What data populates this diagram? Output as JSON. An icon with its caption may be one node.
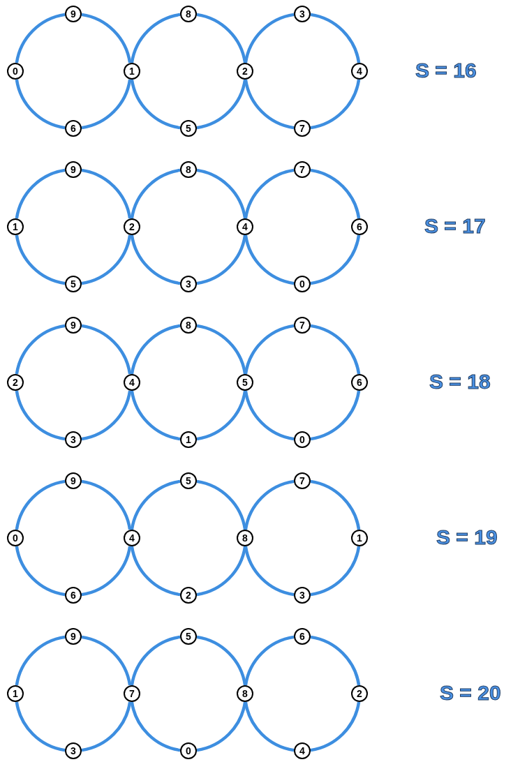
{
  "diagram": {
    "nodes": [
      {
        "text": [
          "9"
        ]
      },
      {
        "text": [
          "8"
        ]
      },
      {
        "text": [
          "3"
        ]
      },
      {
        "text": [
          "0"
        ]
      },
      {
        "text": [
          "1"
        ]
      },
      {
        "text": [
          "2"
        ]
      },
      {
        "text": [
          "4"
        ]
      },
      {
        "text": [
          "6"
        ]
      },
      {
        "text": [
          "5"
        ]
      },
      {
        "text": [
          "7"
        ]
      },
      {
        "text": [
          "9"
        ]
      },
      {
        "text": [
          "8"
        ]
      },
      {
        "text": [
          "7"
        ]
      },
      {
        "text": [
          "1"
        ]
      },
      {
        "text": [
          "2"
        ]
      },
      {
        "text": [
          "4"
        ]
      },
      {
        "text": [
          "6"
        ]
      },
      {
        "text": [
          "5"
        ]
      },
      {
        "text": [
          "3"
        ]
      },
      {
        "text": [
          "0"
        ]
      },
      {
        "text": [
          "9"
        ]
      },
      {
        "text": [
          "8"
        ]
      },
      {
        "text": [
          "7"
        ]
      },
      {
        "text": [
          "2"
        ]
      },
      {
        "text": [
          "4"
        ]
      },
      {
        "text": [
          "5"
        ]
      },
      {
        "text": [
          "6"
        ]
      },
      {
        "text": [
          "3"
        ]
      },
      {
        "text": [
          "1"
        ]
      },
      {
        "text": [
          "0"
        ]
      },
      {
        "text": [
          "9"
        ]
      },
      {
        "text": [
          "5"
        ]
      },
      {
        "text": [
          "7"
        ]
      },
      {
        "text": [
          "0"
        ]
      },
      {
        "text": [
          "4"
        ]
      },
      {
        "text": [
          "8"
        ]
      },
      {
        "text": [
          "1"
        ]
      },
      {
        "text": [
          "6"
        ]
      },
      {
        "text": [
          "2"
        ]
      },
      {
        "text": [
          "3"
        ]
      },
      {
        "text": [
          "9"
        ]
      },
      {
        "text": [
          "5"
        ]
      },
      {
        "text": [
          "6"
        ]
      },
      {
        "text": [
          "1"
        ]
      },
      {
        "text": [
          "7"
        ]
      },
      {
        "text": [
          "8"
        ]
      },
      {
        "text": [
          "2"
        ]
      },
      {
        "text": [
          "3"
        ]
      },
      {
        "text": [
          "0"
        ]
      },
      {
        "text": [
          "4"
        ]
      }
    ],
    "edges": [
      {
        "from": 3,
        "to": 0,
        "arrow": "none"
      },
      {
        "from": 0,
        "to": 4,
        "arrow": "none"
      },
      {
        "from": 4,
        "to": 7,
        "arrow": "none"
      },
      {
        "from": 7,
        "to": 3,
        "arrow": "none"
      },
      {
        "from": 4,
        "to": 1,
        "arrow": "none"
      },
      {
        "from": 1,
        "to": 5,
        "arrow": "none"
      },
      {
        "from": 5,
        "to": 8,
        "arrow": "none"
      },
      {
        "from": 8,
        "to": 4,
        "arrow": "none"
      },
      {
        "from": 5,
        "to": 2,
        "arrow": "none"
      },
      {
        "from": 2,
        "to": 6,
        "arrow": "none"
      },
      {
        "from": 6,
        "to": 9,
        "arrow": "none"
      },
      {
        "from": 9,
        "to": 5,
        "arrow": "none"
      },
      {
        "from": 13,
        "to": 10,
        "arrow": "none"
      },
      {
        "from": 10,
        "to": 14,
        "arrow": "none"
      },
      {
        "from": 14,
        "to": 17,
        "arrow": "none"
      },
      {
        "from": 17,
        "to": 13,
        "arrow": "none"
      },
      {
        "from": 14,
        "to": 11,
        "arrow": "none"
      },
      {
        "from": 11,
        "to": 15,
        "arrow": "none"
      },
      {
        "from": 15,
        "to": 18,
        "arrow": "none"
      },
      {
        "from": 18,
        "to": 14,
        "arrow": "none"
      },
      {
        "from": 15,
        "to": 12,
        "arrow": "none"
      },
      {
        "from": 12,
        "to": 16,
        "arrow": "none"
      },
      {
        "from": 16,
        "to": 19,
        "arrow": "none"
      },
      {
        "from": 19,
        "to": 15,
        "arrow": "none"
      },
      {
        "from": 23,
        "to": 20,
        "arrow": "none"
      },
      {
        "from": 20,
        "to": 24,
        "arrow": "none"
      },
      {
        "from": 24,
        "to": 27,
        "arrow": "none"
      },
      {
        "from": 27,
        "to": 23,
        "arrow": "none"
      },
      {
        "from": 24,
        "to": 21,
        "arrow": "none"
      },
      {
        "from": 21,
        "to": 25,
        "arrow": "none"
      },
      {
        "from": 25,
        "to": 28,
        "arrow": "none"
      },
      {
        "from": 28,
        "to": 24,
        "arrow": "none"
      },
      {
        "from": 25,
        "to": 22,
        "arrow": "none"
      },
      {
        "from": 22,
        "to": 26,
        "arrow": "none"
      },
      {
        "from": 26,
        "to": 29,
        "arrow": "none"
      },
      {
        "from": 29,
        "to": 25,
        "arrow": "none"
      },
      {
        "from": 33,
        "to": 30,
        "arrow": "none"
      },
      {
        "from": 30,
        "to": 34,
        "arrow": "none"
      },
      {
        "from": 34,
        "to": 37,
        "arrow": "none"
      },
      {
        "from": 37,
        "to": 33,
        "arrow": "none"
      },
      {
        "from": 34,
        "to": 31,
        "arrow": "none"
      },
      {
        "from": 31,
        "to": 35,
        "arrow": "none"
      },
      {
        "from": 35,
        "to": 38,
        "arrow": "none"
      },
      {
        "from": 38,
        "to": 34,
        "arrow": "none"
      },
      {
        "from": 35,
        "to": 32,
        "arrow": "none"
      },
      {
        "from": 32,
        "to": 36,
        "arrow": "none"
      },
      {
        "from": 36,
        "to": 39,
        "arrow": "none"
      },
      {
        "from": 39,
        "to": 35,
        "arrow": "none"
      },
      {
        "from": 43,
        "to": 40,
        "arrow": "none"
      },
      {
        "from": 40,
        "to": 44,
        "arrow": "none"
      },
      {
        "from": 44,
        "to": 47,
        "arrow": "none"
      },
      {
        "from": 47,
        "to": 43,
        "arrow": "none"
      },
      {
        "from": 44,
        "to": 41,
        "arrow": "none"
      },
      {
        "from": 41,
        "to": 45,
        "arrow": "none"
      },
      {
        "from": 45,
        "to": 48,
        "arrow": "none"
      },
      {
        "from": 48,
        "to": 44,
        "arrow": "none"
      },
      {
        "from": 45,
        "to": 42,
        "arrow": "none"
      },
      {
        "from": 42,
        "to": 46,
        "arrow": "none"
      },
      {
        "from": 46,
        "to": 49,
        "arrow": "none"
      },
      {
        "from": 49,
        "to": 45,
        "arrow": "none"
      }
    ],
    "labels": [
      "S = 16",
      "S = 17",
      "S = 18",
      "S = 19",
      "S = 20"
    ]
  }
}
